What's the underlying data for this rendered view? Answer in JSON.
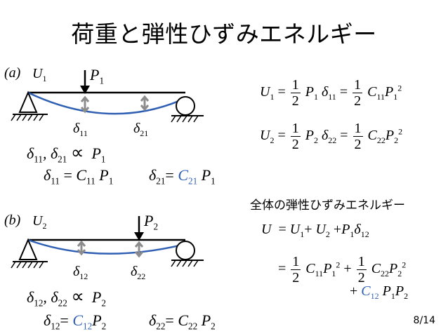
{
  "title": "荷重と弾性ひずみエネルギー",
  "caseA": {
    "label": "(a)",
    "energy": "U",
    "energy_sub": "1",
    "load": "P",
    "load_sub": "1",
    "d11": "δ",
    "d11_sub": "11",
    "d21": "δ",
    "d21_sub": "21",
    "prop_lhs": "δ",
    "prop_sub1": "11",
    "prop_comma": ", δ",
    "prop_sub2": "21",
    "prop_sym": "∝",
    "prop_rhs": "P",
    "prop_rhs_sub": "1",
    "eq1_lhs": "δ",
    "eq1_lhs_sub": "11",
    "eq1_eq": "=",
    "eq1_c": "C",
    "eq1_c_sub": "11",
    "eq1_p": "P",
    "eq1_p_sub": "1",
    "eq2_lhs": "δ",
    "eq2_lhs_sub": "21",
    "eq2_eq": "=",
    "eq2_c": "C",
    "eq2_c_sub": "21",
    "eq2_p": "P",
    "eq2_p_sub": "1"
  },
  "caseB": {
    "label": "(b)",
    "energy": "U",
    "energy_sub": "2",
    "load": "P",
    "load_sub": "2",
    "d12": "δ",
    "d12_sub": "12",
    "d22": "δ",
    "d22_sub": "22",
    "prop_lhs": "δ",
    "prop_sub1": "12",
    "prop_comma": ", δ",
    "prop_sub2": "22",
    "prop_sym": "∝",
    "prop_rhs": "P",
    "prop_rhs_sub": "2",
    "eq1_lhs": "δ",
    "eq1_lhs_sub": "12",
    "eq1_eq": "=",
    "eq1_c": "C",
    "eq1_c_sub": "12",
    "eq1_p": "P",
    "eq1_p_sub": "2",
    "eq2_lhs": "δ",
    "eq2_lhs_sub": "22",
    "eq2_eq": "=",
    "eq2_c": "C",
    "eq2_c_sub": "22",
    "eq2_p": "P",
    "eq2_p_sub": "2"
  },
  "rightA": {
    "u1": "U",
    "u1_sub": "1",
    "eq": "=",
    "num": "1",
    "den": "2",
    "p": "P",
    "p_sub": "1",
    "d": "δ",
    "d_sub": "11",
    "eq2": "=",
    "c": "C",
    "c_sub": "11",
    "p2": "P",
    "p2_sub": "1",
    "p2_sup": "2"
  },
  "rightB": {
    "u2": "U",
    "u2_sub": "2",
    "eq": "=",
    "num": "1",
    "den": "2",
    "p": "P",
    "p_sub": "2",
    "d": "δ",
    "d_sub": "22",
    "eq2": "=",
    "c": "C",
    "c_sub": "22",
    "p2": "P",
    "p2_sub": "2",
    "p2_sup": "2"
  },
  "total": {
    "heading": "全体の弾性ひずみエネルギー",
    "u": "U",
    "eq": "=",
    "u1": "U",
    "u1_sub": "1",
    "plus1": "+",
    "u2": "U",
    "u2_sub": "2",
    "plus2": "+",
    "p1": "P",
    "p1_sub": "1",
    "d12": "δ",
    "d12_sub": "12",
    "eq_b": "=",
    "num": "1",
    "den": "2",
    "c11": "C",
    "c11_sub": "11",
    "p1b": "P",
    "p1b_sub": "1",
    "p1b_sup": "2",
    "plus3": "+",
    "c22": "C",
    "c22_sub": "22",
    "p2b": "P",
    "p2b_sub": "2",
    "p2b_sup": "2",
    "plus4": "+",
    "c12": "C",
    "c12_sub": "12",
    "p1c": "P",
    "p1c_sub": "1",
    "p2c": "P",
    "p2c_sub": "2"
  },
  "page": "8/14",
  "colors": {
    "beam_curve": "#2f5fb3",
    "arrow_gray": "#8c8c8c",
    "accent_blue": "#2f5fb3"
  }
}
